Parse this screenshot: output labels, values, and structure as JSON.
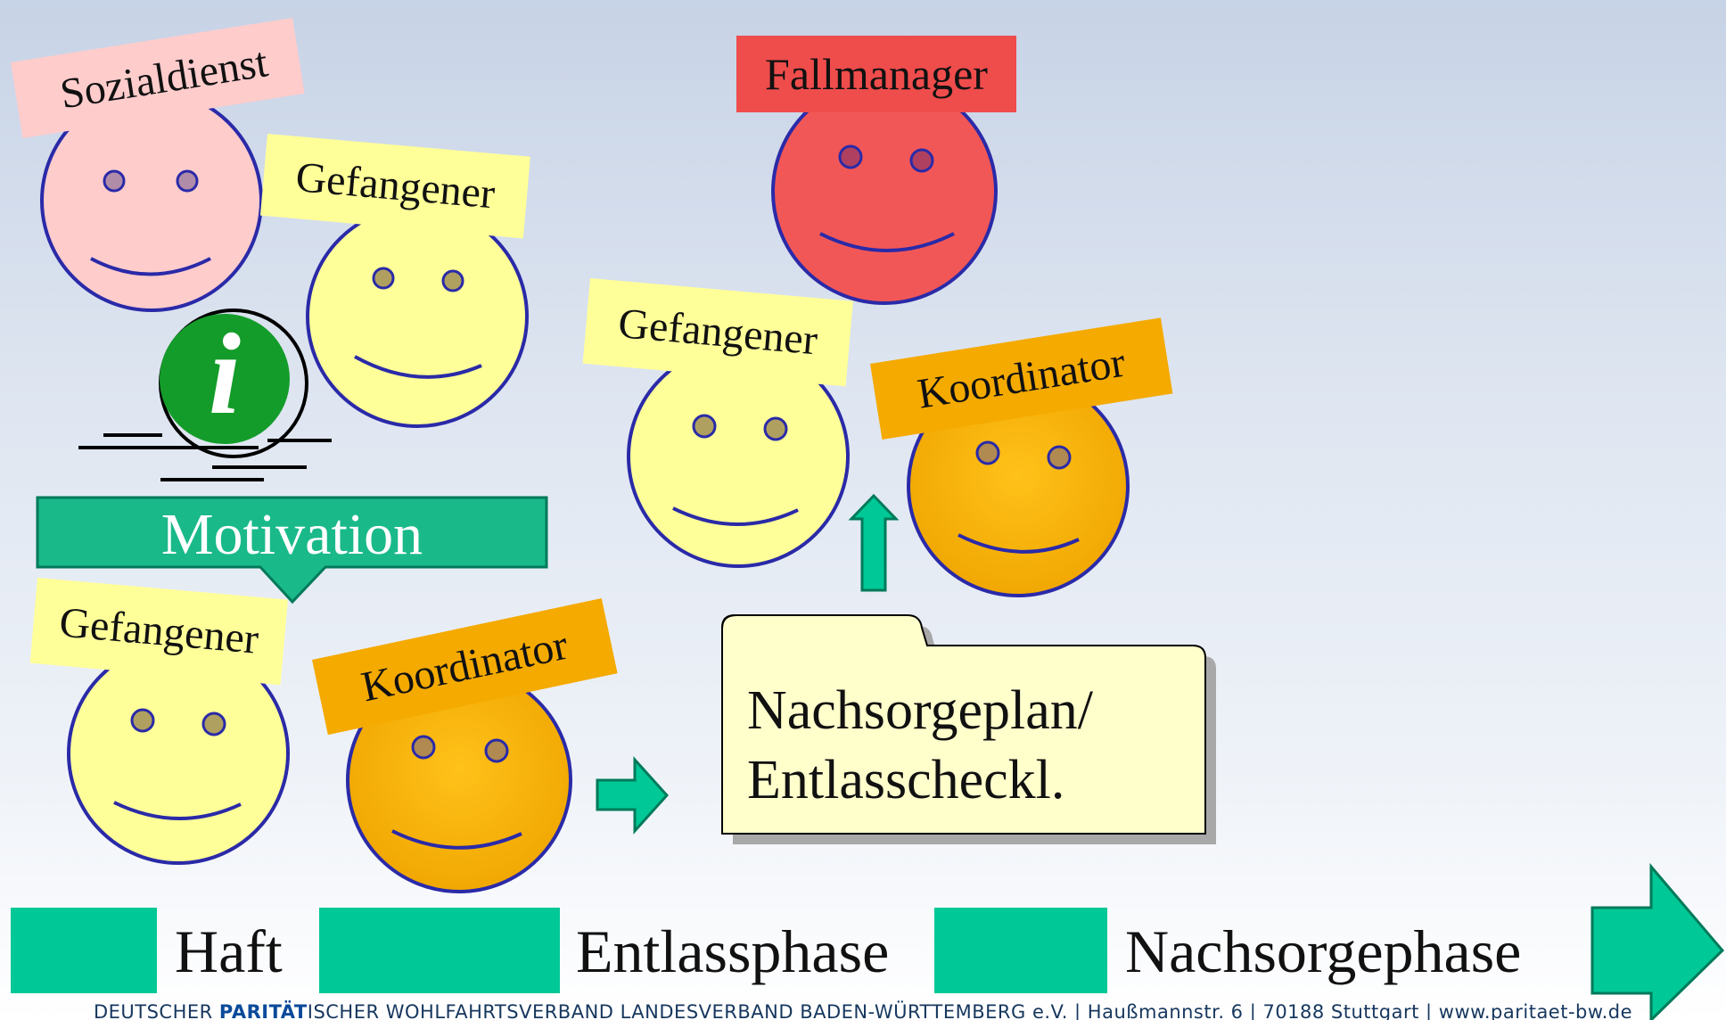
{
  "labels": {
    "sozialdienst": "Sozialdienst",
    "gefangener_1": "Gefangener",
    "fallmanager": "Fallmanager",
    "gefangener_2": "Gefangener",
    "koordinator_1": "Koordinator",
    "gefangener_3": "Gefangener",
    "koordinator_2": "Koordinator"
  },
  "motivation": "Motivation",
  "info_icon_letter": "i",
  "plan": {
    "line1": "Nachsorgeplan/",
    "line2": "Entlasscheckl."
  },
  "timeline": {
    "phase1": "Haft",
    "phase2": "Entlassphase",
    "phase3": "Nachsorgephase"
  },
  "footer": {
    "part1": "DEUTSCHER ",
    "bold": "PARITÄT",
    "part2": "ISCHER WOHLFAHRTSVERBAND LANDESVERBAND BADEN-WÜRTTEMBERG e.V. | Haußmannstr. 6 | 70188 Stuttgart | www.paritaet-bw.de"
  },
  "colors": {
    "face_pink": "#ffcccc",
    "face_yellow": "#ffff99",
    "face_red": "#f25757",
    "face_orange": "#ffbb00",
    "arrow_green": "#00c896",
    "face_outline": "#2a2aa8"
  }
}
